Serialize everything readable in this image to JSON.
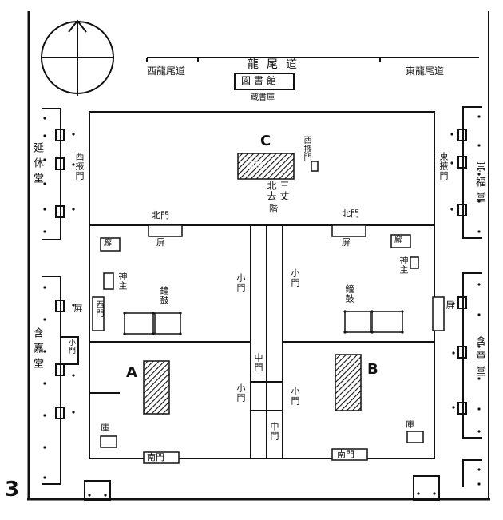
{
  "figure_number": "3",
  "top": {
    "road_name": "龍尾道",
    "west_label": "西龍尾道",
    "east_label": "東龍尾道",
    "north_box": "図書館",
    "north_sub": "蔵書庫"
  },
  "north_court": {
    "marker": "C",
    "west_gate": "西掖門",
    "east_gate": "東掖門",
    "center_label_1": "三丈",
    "center_label_2": "北去",
    "center_label_3": "階",
    "pavilion": "鐘楼",
    "gate_left": "北門",
    "gate_right": "北門",
    "screen_left": "屏",
    "screen_right": "屏"
  },
  "center": {
    "lane_left": "小門",
    "lane_right": "小門",
    "middle_gate_1": "中門",
    "middle_gate_2": "中門",
    "small_gate_left_lower": "小門",
    "small_gate_right_lower": "小門"
  },
  "west_court": {
    "marker": "A",
    "side_gate": "西門",
    "screen": "屏",
    "pavilion_pair": "鐘鼓",
    "shrine": "神主",
    "small_hall": "廨",
    "storehouse": "庫",
    "south_gate": "南門"
  },
  "east_court": {
    "marker": "B",
    "screen": "屏",
    "pavilion_pair": "鐘鼓",
    "shrine": "神主",
    "small_hall": "廨",
    "storehouse": "庫",
    "south_gate": "南門"
  },
  "west_side_halls": {
    "upper_hall": "延休堂",
    "lower_hall": "含嘉堂",
    "lower_tag": "小門"
  },
  "east_side_halls": {
    "upper_hall": "崇福堂",
    "lower_hall": "含章堂"
  }
}
